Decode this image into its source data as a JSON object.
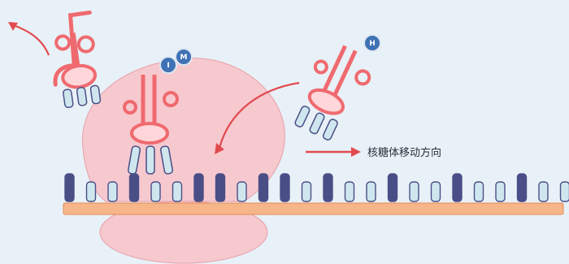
{
  "diagram": {
    "legend_label": "核糖体移动方向",
    "amino_acid_labels": [
      "Ⅰ",
      "M",
      "H"
    ],
    "colors": {
      "background": "#e8f1f7",
      "ribosome": "#f6c9cf",
      "ribosome_stroke": "#e9a7b1",
      "mrna": "#f7b58a",
      "mrna_stroke": "#e58a55",
      "trna": "#ef6a6f",
      "codon_dark": "#4a4e86",
      "codon_light": "#cfe6ef",
      "arrow": "#e24a4f",
      "amino_acid": "#3f72b5"
    }
  }
}
